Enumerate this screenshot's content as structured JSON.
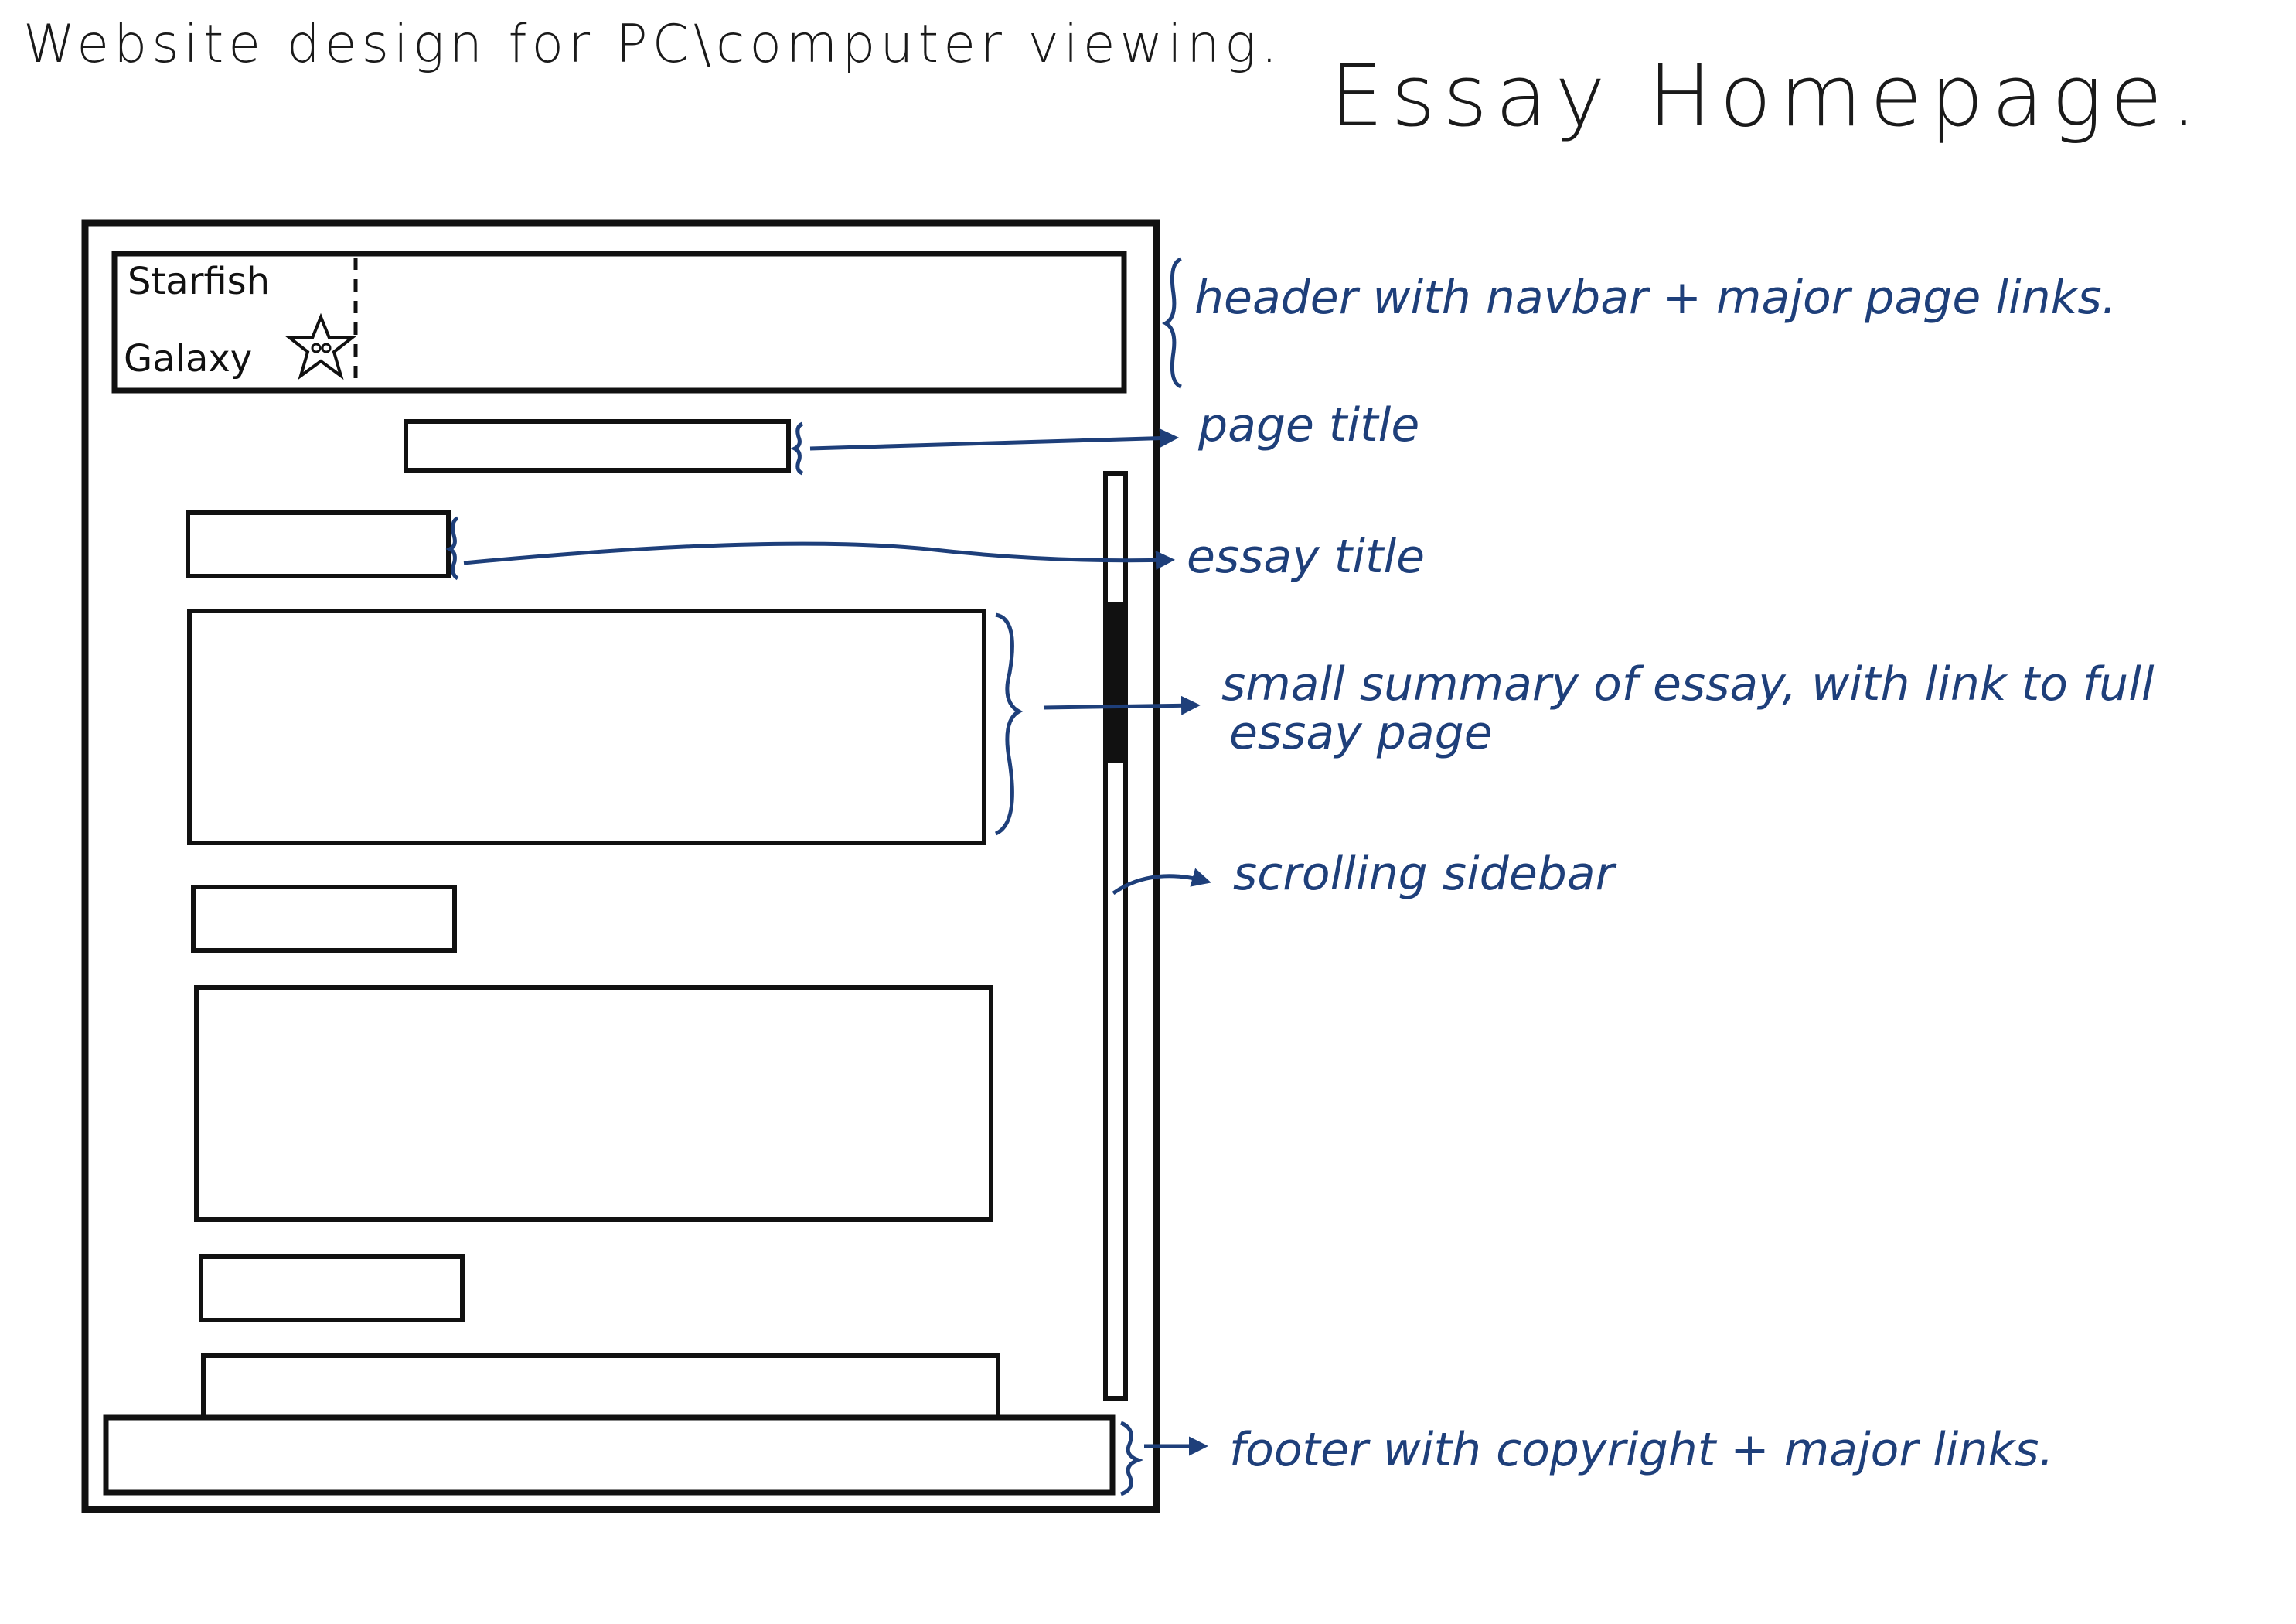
{
  "heading": {
    "subtitle": "Website design for PC\\computer viewing.",
    "title": "Essay Homepage."
  },
  "logo": {
    "line1": "Starfish",
    "line2": "Galaxy"
  },
  "annotations": {
    "header": "header with navbar + major page links.",
    "page_title": "page title",
    "essay_title": "essay title",
    "summary_line1": "small summary of essay, with link to full",
    "summary_line2": "essay page",
    "sidebar": "scrolling sidebar",
    "footer": "footer with copyright + major links."
  },
  "colors": {
    "ink": "#111111",
    "annotation": "#1e3f7a"
  }
}
